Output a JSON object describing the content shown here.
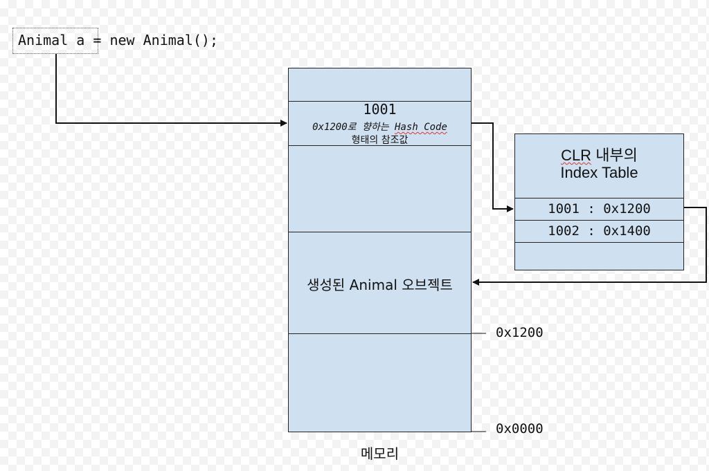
{
  "code": {
    "statement_var": "Animal a",
    "statement_rest": " = new Animal();"
  },
  "memory": {
    "reference_value": "1001",
    "reference_desc_prefix": "0x1200로 향하는 ",
    "reference_desc_hash": "Hash Code",
    "reference_desc_line2": "형태의 참조값",
    "object_label": "생성된 Animal 오브젝트",
    "address_top": "0x1200",
    "address_bottom": "0x0000",
    "label": "메모리"
  },
  "clr_table": {
    "title_prefix": "CLR",
    "title_suffix": " 내부의",
    "title_line2": "Index Table",
    "rows": [
      "1001 : 0x1200",
      "1002 : 0x1400"
    ]
  },
  "colors": {
    "box_fill": "#cfe0f0",
    "stroke": "#111111",
    "spellcheck": "#dd3333"
  }
}
